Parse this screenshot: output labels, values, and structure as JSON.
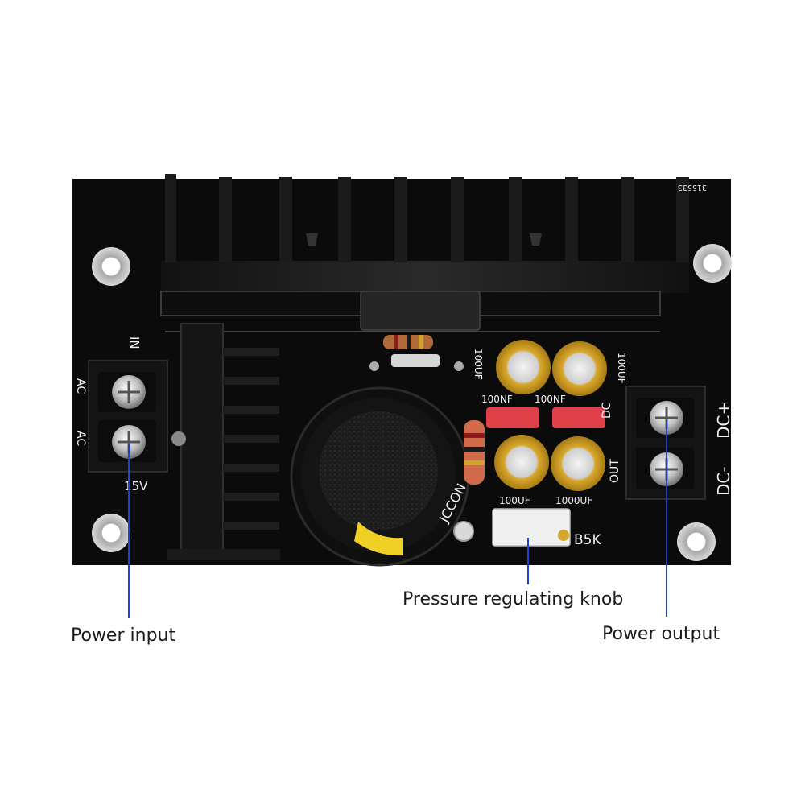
{
  "callouts": {
    "power_input": "Power input",
    "pressure_knob": "Pressure regulating knob",
    "power_output": "Power output"
  },
  "board_silkscreen": {
    "code": "315533",
    "in_label": "IN",
    "ac1": "AC",
    "ac2": "AC",
    "voltage": "15V",
    "cap_100uf_tl": "100UF",
    "cap_100uf_tr": "100UF",
    "cap_100uf_bl": "100UF",
    "cap_1000uf": "1000UF",
    "nf_left": "100NF",
    "nf_right": "100NF",
    "dc_out_top": "DC",
    "dc_out_bottom": "OUT",
    "dc_plus": "DC+",
    "dc_minus": "DC-",
    "pot_label": "B5K",
    "brand": "JCCON"
  },
  "colors": {
    "board": "#0b0b0b",
    "callout_line": "#1f3fd6",
    "capacitor_gold": "#c89a1e",
    "film_cap_red": "#e0404a",
    "cap_yellow_band": "#f0d024"
  }
}
